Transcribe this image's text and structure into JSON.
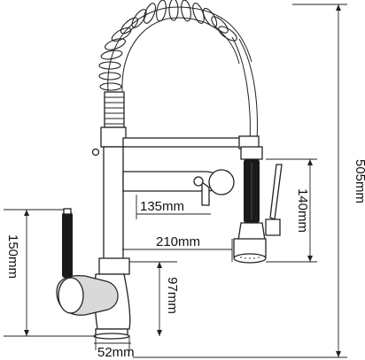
{
  "dimensions": {
    "total_height": "505mm",
    "sprayer_height": "140mm",
    "spout_reach_short": "135mm",
    "spout_reach_long": "210mm",
    "handle_height": "150mm",
    "base_height": "97mm",
    "base_diameter": "52mm"
  },
  "colors": {
    "line": "#222222",
    "text": "#111111",
    "grip": "#1a1a1a"
  }
}
